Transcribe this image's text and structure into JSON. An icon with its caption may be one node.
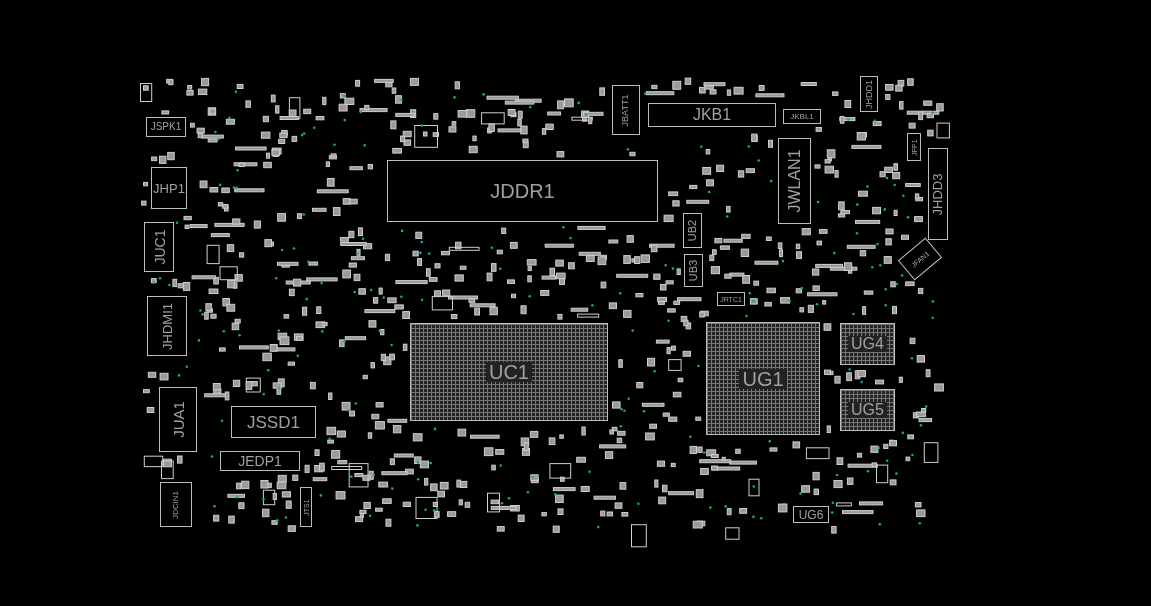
{
  "diagram": {
    "nodes": [
      {
        "text": [
          "JSPK1"
        ]
      },
      {
        "text": [
          "JHP1"
        ]
      },
      {
        "text": [
          "JUC1"
        ]
      },
      {
        "text": [
          "JHDMI1"
        ]
      },
      {
        "text": [
          "JUA1"
        ]
      },
      {
        "text": [
          "JSSD1"
        ]
      },
      {
        "text": [
          "JEDP1"
        ]
      },
      {
        "text": [
          "JDCIN1"
        ]
      },
      {
        "text": [
          "JTS1"
        ]
      },
      {
        "text": [
          "JDDR1"
        ]
      },
      {
        "text": [
          "UC1"
        ]
      },
      {
        "text": [
          "JBATT1"
        ]
      },
      {
        "text": [
          "JKB1"
        ]
      },
      {
        "text": [
          "JKBL1"
        ]
      },
      {
        "text": [
          "JWLAN1"
        ]
      },
      {
        "text": [
          "UB2"
        ]
      },
      {
        "text": [
          "UB3"
        ]
      },
      {
        "text": [
          "JRTC1"
        ]
      },
      {
        "text": [
          "UG1"
        ]
      },
      {
        "text": [
          "UG4"
        ]
      },
      {
        "text": [
          "UG5"
        ]
      },
      {
        "text": [
          "UG6"
        ]
      },
      {
        "text": [
          "JHDD1"
        ]
      },
      {
        "text": [
          "JFP1"
        ]
      },
      {
        "text": [
          "JHDD3"
        ]
      },
      {
        "text": [
          "JFAN1"
        ]
      }
    ]
  }
}
